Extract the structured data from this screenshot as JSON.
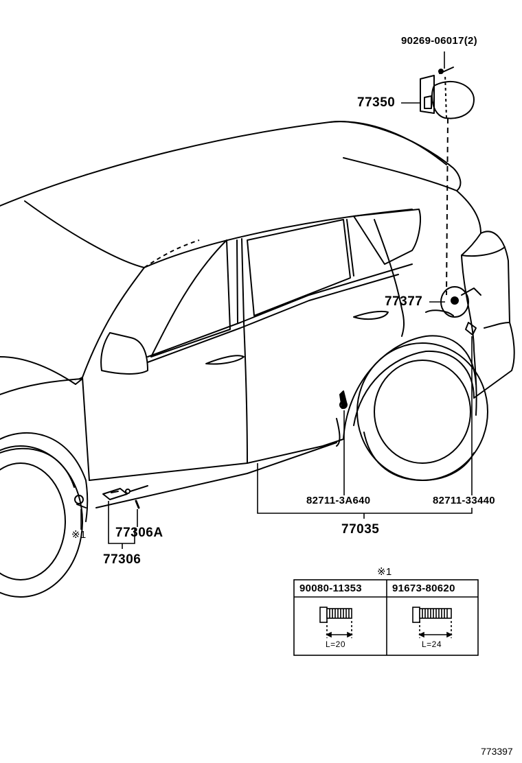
{
  "callouts": {
    "bolt_top": "90269-06017(2)",
    "fuel_lid": "77350",
    "fuel_pipe": "77377",
    "clip_front": "82711-3A640",
    "clip_rear": "82711-33440",
    "tube": "77035",
    "guide_a": "77306A",
    "guide": "77306",
    "marker_small": "※1"
  },
  "bolt_table": {
    "marker": "※1",
    "columns": [
      {
        "part": "90080-11353",
        "length": "L=20"
      },
      {
        "part": "91673-80620",
        "length": "L=24"
      }
    ]
  },
  "reference": "773397"
}
